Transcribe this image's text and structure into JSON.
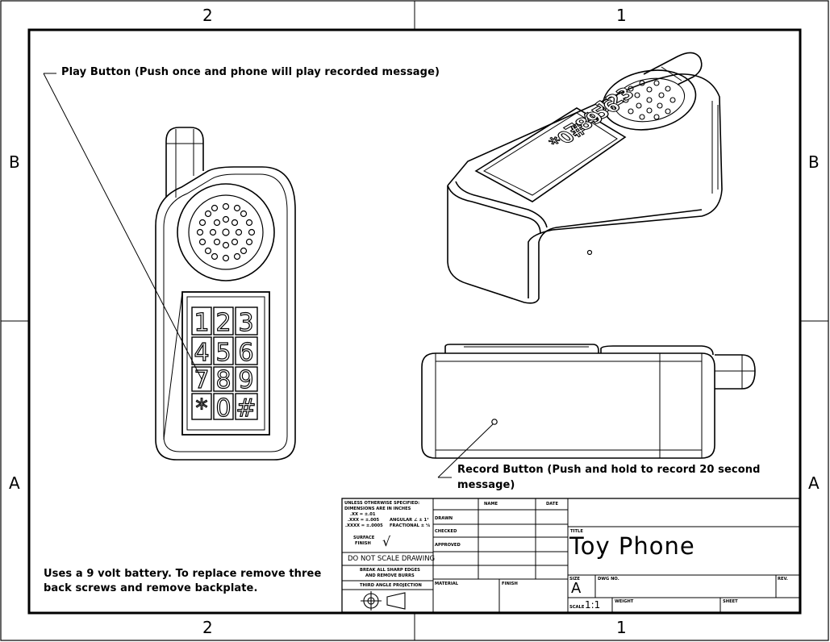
{
  "zones": {
    "top": [
      "2",
      "1"
    ],
    "bottom": [
      "2",
      "1"
    ],
    "left": [
      "B",
      "A"
    ],
    "right": [
      "B",
      "A"
    ]
  },
  "notes": {
    "play_button": "Play Button (Push once and phone will play recorded message)",
    "record_button_line1": "Record Button (Push and hold to record 20 second",
    "record_button_line2": "message)",
    "battery_line1": "Uses a 9 volt battery.  To replace remove three",
    "battery_line2": "back screws and remove backplate."
  },
  "keypad": {
    "front": [
      [
        "1",
        "2",
        "3"
      ],
      [
        "4",
        "5",
        "6"
      ],
      [
        "7",
        "8",
        "9"
      ],
      [
        "*",
        "0",
        "#"
      ]
    ],
    "iso_rows": [
      "123",
      "456",
      "789",
      "*0#"
    ]
  },
  "title_block": {
    "tolerance_lines": [
      "UNLESS OTHERWISE SPECIFIED:",
      "DIMENSIONS ARE IN INCHES",
      ".XX = ±.01",
      ".XXX = ±.005",
      ".XXXX = ±.0005",
      "ANGULAR ∠ ± 1°",
      "FRACTIONAL ± ¼"
    ],
    "surface_finish_label_1": "SURFACE",
    "surface_finish_label_2": "FINISH",
    "surface_finish_symbol": "√",
    "do_not_scale": "DO NOT SCALE DRAWING",
    "break_edges_1": "BREAK ALL SHARP EDGES",
    "break_edges_2": "AND REMOVE BURRS",
    "projection": "THIRD ANGLE PROJECTION",
    "col_name": "NAME",
    "col_date": "DATE",
    "row_drawn": "DRAWN",
    "row_checked": "CHECKED",
    "row_approved": "APPROVED",
    "material": "MATERIAL",
    "finish": "FINISH",
    "title_label": "TITLE",
    "title": "Toy Phone",
    "size_label": "SIZE",
    "size": "A",
    "dwg_no_label": "DWG NO.",
    "rev_label": "REV.",
    "scale_label": "SCALE",
    "scale": "1:1",
    "weight_label": "WEIGHT",
    "sheet_label": "SHEET"
  }
}
